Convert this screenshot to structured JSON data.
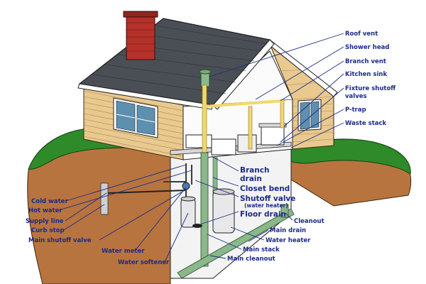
{
  "labels": {
    "roof_vent": "Roof vent",
    "shower_head": "Shower head",
    "branch_vent": "Branch vent",
    "kitchen_sink": "Kitchen sink",
    "fixture_shutoff_1": "Fixture shutoff",
    "fixture_shutoff_2": "valves",
    "p_trap": "P-trap",
    "waste_stack": "Waste stack",
    "branch_drain_1": "Branch",
    "branch_drain_2": "drain",
    "closet_bend": "Closet bend",
    "shutoff_valve_1": "Shutoff valve",
    "shutoff_valve_2": "(water heater)",
    "floor_drain": "Floor drain",
    "cleanout": "Cleanout",
    "main_drain": "Main drain",
    "water_heater": "Water heater",
    "main_stack": "Main stack",
    "main_cleanout": "Main cleanout",
    "cold_water": "Cold water",
    "hot_water": "Hot water",
    "supply_line": "Supply line",
    "curb_stop": "Curb stop",
    "main_shutoff_valve": "Main shutoff valve",
    "water_meter": "Water meter",
    "water_softener": "Water softener"
  },
  "colors": {
    "roof": "#4a4f55",
    "siding": "#e9c98e",
    "trim": "#ffffff",
    "chimney": "#b5312a",
    "soil": "#b8743f",
    "grass": "#2f8a2a",
    "pipe_green": "#8ab88a",
    "pipe_yellow": "#f1d86a",
    "label_blue": "#1b2a88",
    "window": "#5d8fb0"
  }
}
